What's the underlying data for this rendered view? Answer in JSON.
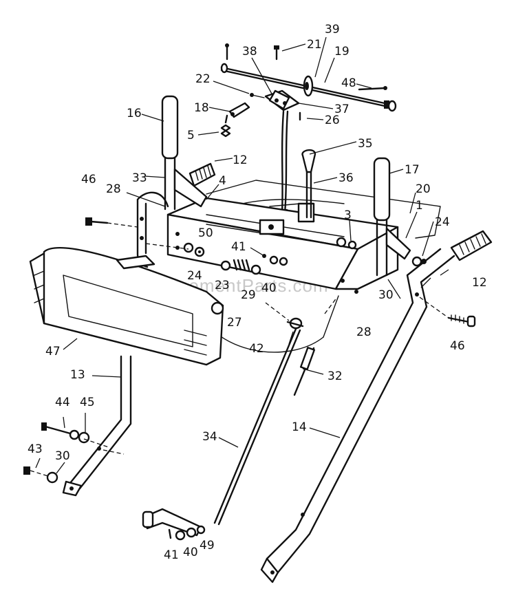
{
  "watermark": "eReplacementParts.com",
  "callouts": [
    {
      "id": "c39",
      "label": "39"
    },
    {
      "id": "c21",
      "label": "21"
    },
    {
      "id": "c19",
      "label": "19"
    },
    {
      "id": "c38",
      "label": "38"
    },
    {
      "id": "c22",
      "label": "22"
    },
    {
      "id": "c48",
      "label": "48"
    },
    {
      "id": "c37",
      "label": "37"
    },
    {
      "id": "c18",
      "label": "18"
    },
    {
      "id": "c26",
      "label": "26"
    },
    {
      "id": "c16",
      "label": "16"
    },
    {
      "id": "c5",
      "label": "5"
    },
    {
      "id": "c35",
      "label": "35"
    },
    {
      "id": "c12a",
      "label": "12"
    },
    {
      "id": "c17",
      "label": "17"
    },
    {
      "id": "c46a",
      "label": "46"
    },
    {
      "id": "c33",
      "label": "33"
    },
    {
      "id": "c4",
      "label": "4"
    },
    {
      "id": "c36",
      "label": "36"
    },
    {
      "id": "c28a",
      "label": "28"
    },
    {
      "id": "c20",
      "label": "20"
    },
    {
      "id": "c1",
      "label": "1"
    },
    {
      "id": "c24a",
      "label": "24"
    },
    {
      "id": "c3",
      "label": "3"
    },
    {
      "id": "c50",
      "label": "50"
    },
    {
      "id": "c41a",
      "label": "41"
    },
    {
      "id": "c24b",
      "label": "24"
    },
    {
      "id": "c23",
      "label": "23"
    },
    {
      "id": "c40a",
      "label": "40"
    },
    {
      "id": "c29",
      "label": "29"
    },
    {
      "id": "c12b",
      "label": "12"
    },
    {
      "id": "c30a",
      "label": "30"
    },
    {
      "id": "c27",
      "label": "27"
    },
    {
      "id": "c28b",
      "label": "28"
    },
    {
      "id": "c46b",
      "label": "46"
    },
    {
      "id": "c42",
      "label": "42"
    },
    {
      "id": "c47",
      "label": "47"
    },
    {
      "id": "c32",
      "label": "32"
    },
    {
      "id": "c13",
      "label": "13"
    },
    {
      "id": "c44",
      "label": "44"
    },
    {
      "id": "c45",
      "label": "45"
    },
    {
      "id": "c14",
      "label": "14"
    },
    {
      "id": "c34",
      "label": "34"
    },
    {
      "id": "c43",
      "label": "43"
    },
    {
      "id": "c30b",
      "label": "30"
    },
    {
      "id": "c41b",
      "label": "41"
    },
    {
      "id": "c40b",
      "label": "40"
    },
    {
      "id": "c49",
      "label": "49"
    }
  ]
}
